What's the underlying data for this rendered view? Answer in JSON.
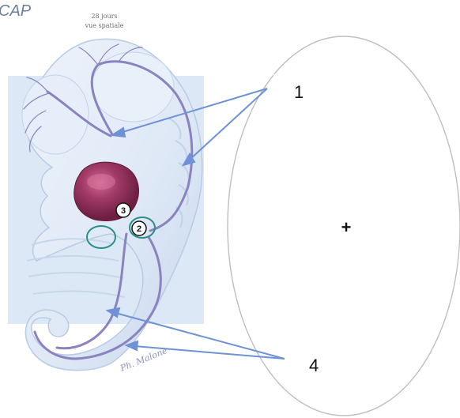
{
  "header": {
    "cap_label": "CAP",
    "caption_line1": "28 jours",
    "caption_line2": "vue spatiale"
  },
  "callouts": {
    "label_1": "1",
    "label_4": "4",
    "marker_2": "2",
    "marker_3": "3",
    "plus_sign": "+"
  },
  "signature": "Ph. Malone",
  "colors": {
    "embryo_fill": "#dfe9f6",
    "embryo_shadow": "#c9d7ea",
    "background_panel": "#d6e4f3",
    "vessel": "#8a83bf",
    "heart": "#8d2a55",
    "arrow": "#6f92d6",
    "teal_ring": "#2c8f86"
  }
}
